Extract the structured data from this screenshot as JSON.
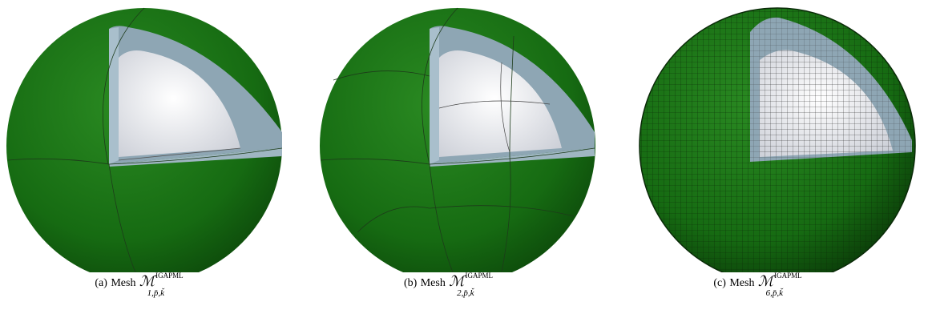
{
  "figures": [
    {
      "label": "(a)",
      "word": "Mesh",
      "symbol": "ℳ",
      "superscript": "IGAPML",
      "subscript": "1,p̌,ǩ"
    },
    {
      "label": "(b)",
      "word": "Mesh",
      "symbol": "ℳ",
      "superscript": "IGAPML",
      "subscript": "2,p̌,ǩ"
    },
    {
      "label": "(c)",
      "word": "Mesh",
      "symbol": "ℳ",
      "superscript": "IGAPML",
      "subscript": "6,p̌,ǩ"
    }
  ],
  "colors": {
    "outer_shell": "#1c7a16",
    "pml_layer": "#8aa2b0",
    "inner_sphere": "#e8e9ee",
    "mesh_lines": "#1a1a1a"
  }
}
